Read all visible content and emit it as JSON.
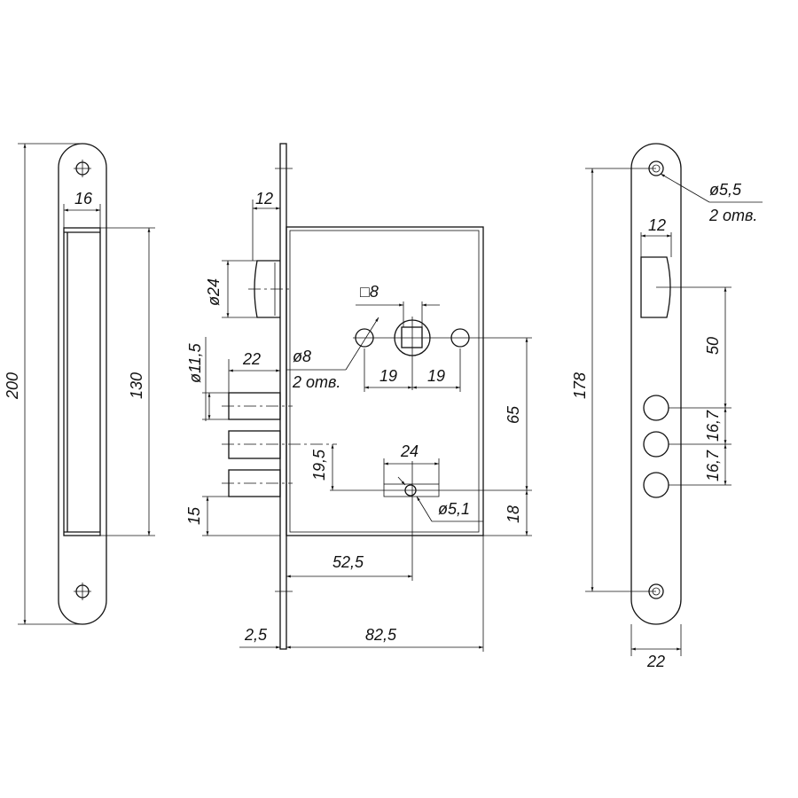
{
  "left_plate": {
    "height": "200",
    "width": "16",
    "opening": "130"
  },
  "lock_body": {
    "roller_offset": "12",
    "roller_dia": "ø24",
    "bolt_dia": "ø11,5",
    "bolt_throw": "22",
    "hole_dia": "ø8",
    "hole_count": "2 отв.",
    "spindle": "8",
    "spindle_symbol": "□",
    "hole_spacing_left": "19",
    "hole_spacing_right": "19",
    "backset_to_cylinder": "65",
    "cam_width": "24",
    "bolt_to_cylinder": "19,5",
    "cylinder_hole": "ø5,1",
    "cylinder_to_bottom": "18",
    "bolt_to_bottom": "15",
    "backset": "52,5",
    "faceplate_thickness": "2,5",
    "case_depth": "82,5"
  },
  "right_plate": {
    "hole_dia": "ø5,5",
    "hole_count": "2 отв.",
    "slot_width": "12",
    "latch_to_bolt": "50",
    "bolt_pitch_1": "16,7",
    "bolt_pitch_2": "16,7",
    "hole_spacing": "178",
    "width": "22"
  }
}
